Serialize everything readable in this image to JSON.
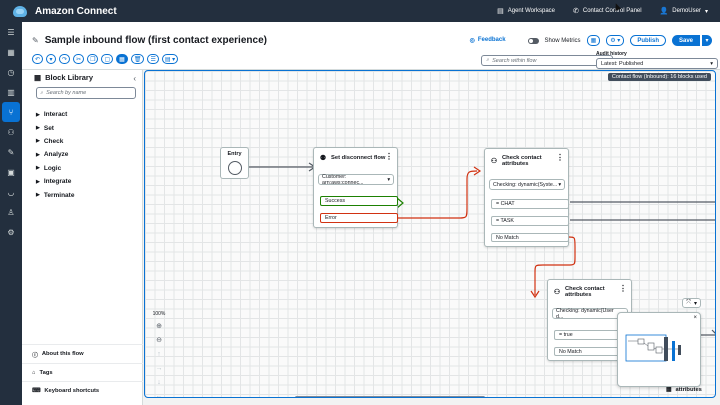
{
  "app": {
    "name": "Amazon Connect"
  },
  "topnav": {
    "agent_workspace": "Agent Workspace",
    "ccp": "Contact Control Panel",
    "user": "DemoUser"
  },
  "flow": {
    "title": "Sample inbound flow (first contact experience)",
    "feedback": "Feedback",
    "show_metrics": "Show Metrics",
    "publish": "Publish",
    "save": "Save",
    "search_placeholder": "Search within flow",
    "audit_label": "Audit history",
    "audit_value": "Latest: Published",
    "usage": "Contact flow (Inbound): 16 blocks used"
  },
  "library": {
    "title": "Block Library",
    "search_placeholder": "Search by name",
    "categories": [
      "Interact",
      "Set",
      "Check",
      "Analyze",
      "Logic",
      "Integrate",
      "Terminate"
    ],
    "footer": [
      "About this flow",
      "Tags",
      "Keyboard shortcuts"
    ]
  },
  "canvas": {
    "zoom": "100%",
    "entry": "Entry",
    "blocks": {
      "disconnect": {
        "title": "Set disconnect flow",
        "select": "Customer: arn:aws:connec...",
        "ports": [
          "Success",
          "Error"
        ]
      },
      "check1": {
        "title": "Check contact attributes",
        "select": "Checking: dynamic(Syste...",
        "ports": [
          "= CHAT",
          "= TASK",
          "No Match"
        ]
      },
      "check2": {
        "title": "Check contact attributes",
        "select": "Checking: dynamic(User d...",
        "ports": [
          "= true",
          "No Match"
        ]
      },
      "clipped": {
        "title": "attributes"
      }
    }
  },
  "colors": {
    "accent": "#0972d3",
    "success": "#1d8102",
    "error": "#d13212",
    "nav": "#232f3e"
  }
}
